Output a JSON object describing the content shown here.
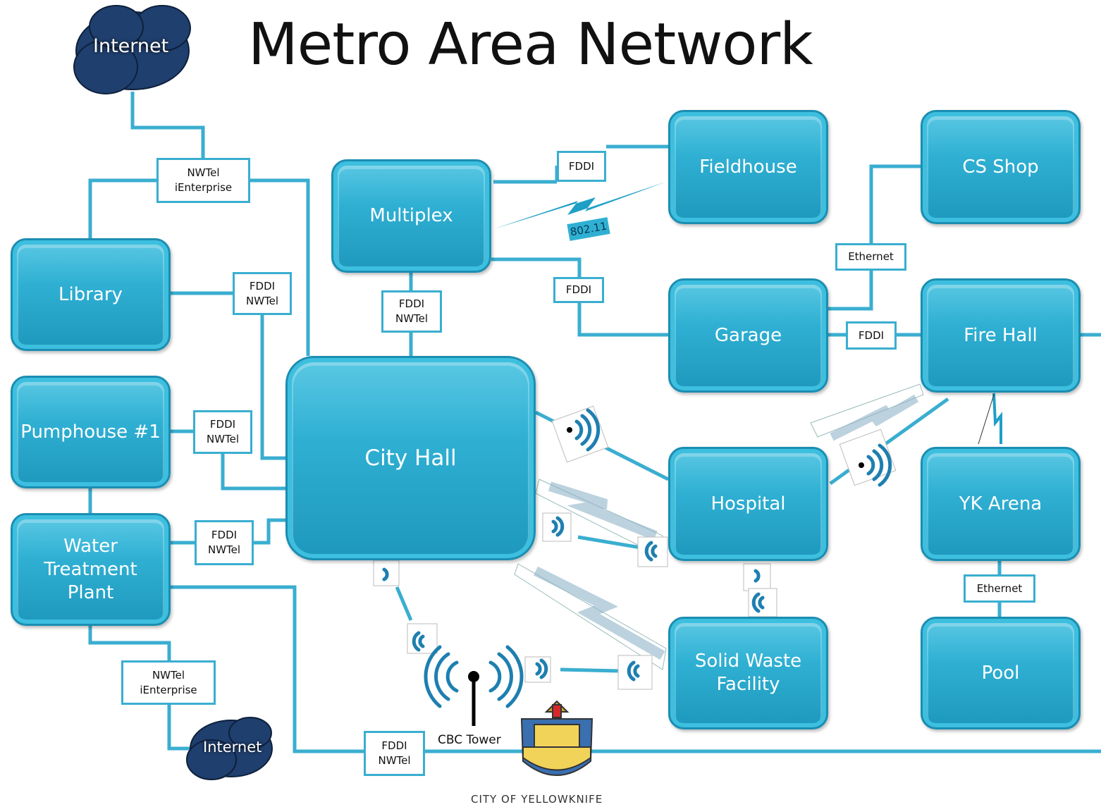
{
  "title": "Metro Area Network",
  "clouds": {
    "top": "Internet",
    "bottom": "Internet"
  },
  "nodes": {
    "fieldhouse": "Fieldhouse",
    "cs_shop": "CS Shop",
    "multiplex": "Multiplex",
    "library": "Library",
    "garage": "Garage",
    "fire_hall": "Fire Hall",
    "pumphouse": "Pumphouse #1",
    "city_hall": "City Hall",
    "hospital": "Hospital",
    "yk_arena": "YK Arena",
    "water_plant": "Water\nTreatment\nPlant",
    "solid_waste": "Solid Waste\nFacility",
    "pool": "Pool"
  },
  "links": {
    "nwtel_top": "NWTel\niEnterprise",
    "fddi_multiplex_fieldhouse": "FDDI",
    "wireless_802": "802.11",
    "ethernet_cs": "Ethernet",
    "fddi_library": "FDDI\nNWTel",
    "fddi_multiplex_cityhall": "FDDI\nNWTel",
    "fddi_multiplex_garage": "FDDI",
    "fddi_garage_firehall": "FDDI",
    "fddi_pumphouse": "FDDI\nNWTel",
    "fddi_water": "FDDI\nNWTel",
    "ethernet_arena_pool": "Ethernet",
    "nwtel_bottom": "NWTel\niEnterprise",
    "fddi_bottom": "FDDI\nNWTel"
  },
  "tower_label": "CBC  Tower",
  "footer": "CITY OF YELLOWKNIFE",
  "colors": {
    "node": "#2fb0d3",
    "wire": "#3aaed0",
    "wireless": "#1e7fb0"
  }
}
